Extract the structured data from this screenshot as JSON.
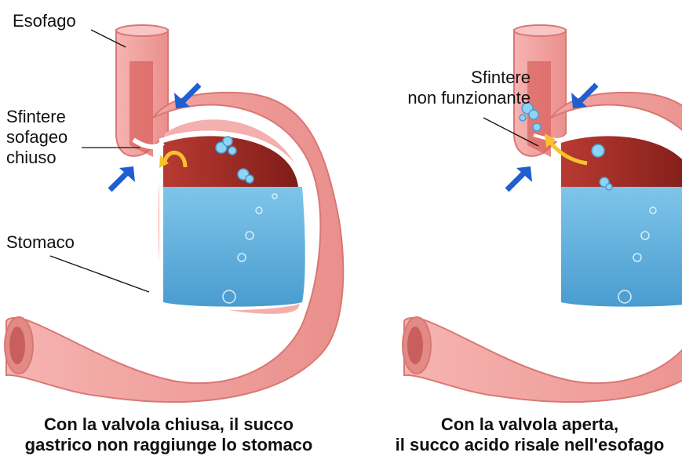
{
  "labels": {
    "esofago": "Esofago",
    "sfintere_chiuso": "Sfintere\nsofageo\nchiuso",
    "stomaco": "Stomaco",
    "sfintere_non_funzionante": "Sfintere\nnon funzionante"
  },
  "captions": {
    "left": "Con la valvola chiusa, il succo\ngastrico non raggiunge lo stomaco",
    "right": "Con la valvola aperta,\nil succo acido risale nell'esofago"
  },
  "colors": {
    "stomach_wall": "#f2a6a4",
    "stomach_inner": "#e48f8d",
    "lining_dark": "#9e2a23",
    "gastric_juice": "#6cb7e1",
    "arrow_blue": "#1f5fd0",
    "reflux_arrow": "#f7c32b",
    "bubble": "#8fd3f5"
  }
}
